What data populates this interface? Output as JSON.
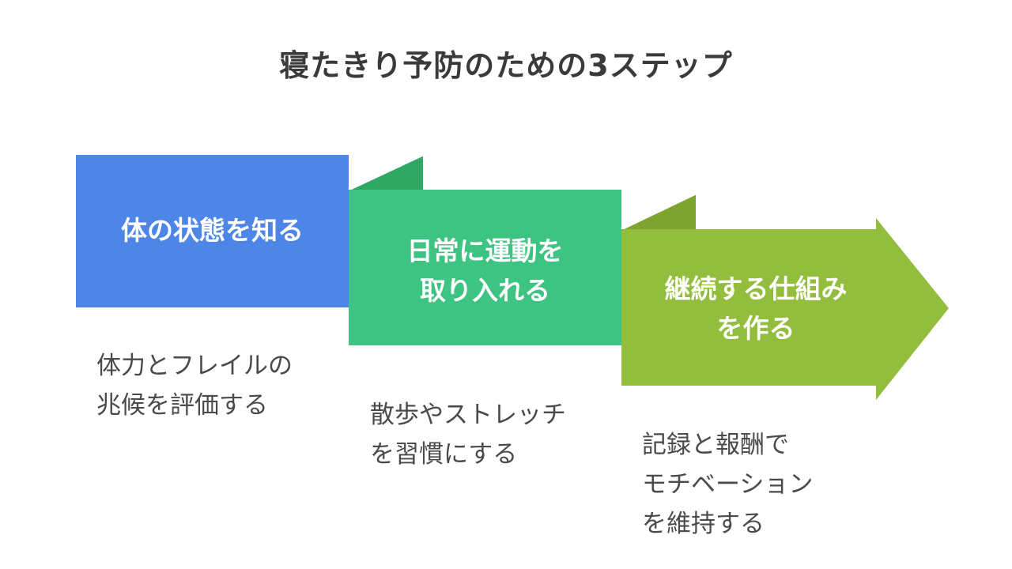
{
  "title": "寝たきり予防のための3ステップ",
  "colors": {
    "step1": "#4d86e6",
    "step2": "#3ec482",
    "step3": "#93bd3c",
    "fold_highlight": "#ffffff",
    "title_text": "#3a3a3a",
    "desc_text": "#4a4a4a"
  },
  "steps": [
    {
      "label": "体の状態を知る",
      "description": "体力とフレイルの\n兆候を評価する"
    },
    {
      "label": "日常に運動を\n取り入れる",
      "description": "散歩やストレッチ\nを習慣にする"
    },
    {
      "label": "継続する仕組み\nを作る",
      "description": "記録と報酬で\nモチベーション\nを維持する"
    }
  ]
}
